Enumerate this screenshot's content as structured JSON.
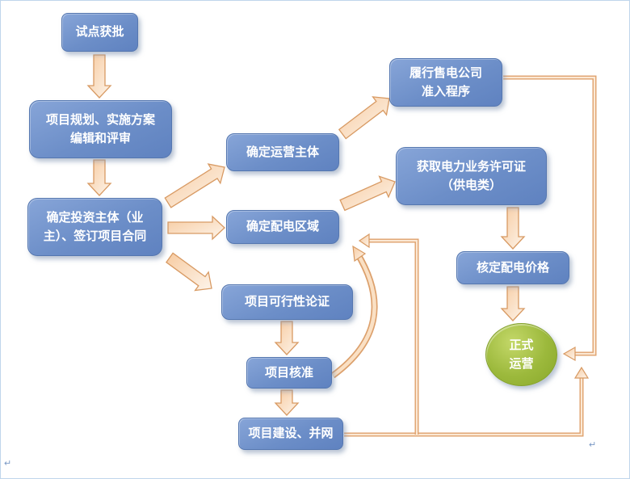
{
  "diagram": {
    "nodes": {
      "pilot": {
        "label": "试点获批"
      },
      "planning": {
        "label": "项目规划、实施方案\n编辑和评审"
      },
      "investor": {
        "label": "确定投资主体（业\n主）、签订项目合同"
      },
      "operator": {
        "label": "确定运营主体"
      },
      "area": {
        "label": "确定配电区域"
      },
      "feasibility": {
        "label": "项目可行性论证"
      },
      "approval": {
        "label": "项目核准"
      },
      "construction": {
        "label": "项目建设、并网"
      },
      "admission": {
        "label": "履行售电公司\n准入程序"
      },
      "license": {
        "label": "获取电力业务许可证\n（供电类）"
      },
      "price": {
        "label": "核定配电价格"
      },
      "operation": {
        "label": "正式\n运营"
      }
    },
    "edges": [
      {
        "from": "pilot",
        "to": "planning"
      },
      {
        "from": "planning",
        "to": "investor"
      },
      {
        "from": "investor",
        "to": "operator"
      },
      {
        "from": "investor",
        "to": "area"
      },
      {
        "from": "investor",
        "to": "feasibility"
      },
      {
        "from": "operator",
        "to": "admission"
      },
      {
        "from": "area",
        "to": "license"
      },
      {
        "from": "feasibility",
        "to": "approval"
      },
      {
        "from": "approval",
        "to": "construction"
      },
      {
        "from": "approval",
        "to": "area"
      },
      {
        "from": "construction",
        "to": "area"
      },
      {
        "from": "license",
        "to": "price"
      },
      {
        "from": "price",
        "to": "operation"
      },
      {
        "from": "admission",
        "to": "operation"
      },
      {
        "from": "construction",
        "to": "operation"
      }
    ],
    "colors": {
      "node_fill": "#6C8EC8",
      "node_border": "#5577B0",
      "arrow_fill": "#F7CBA1",
      "arrow_stroke": "#D89A63",
      "operation_fill": "#9CB93C",
      "page_border": "#BFD6EC"
    },
    "marks": {
      "bottom_left": "↵",
      "bottom_right": "↵"
    }
  }
}
